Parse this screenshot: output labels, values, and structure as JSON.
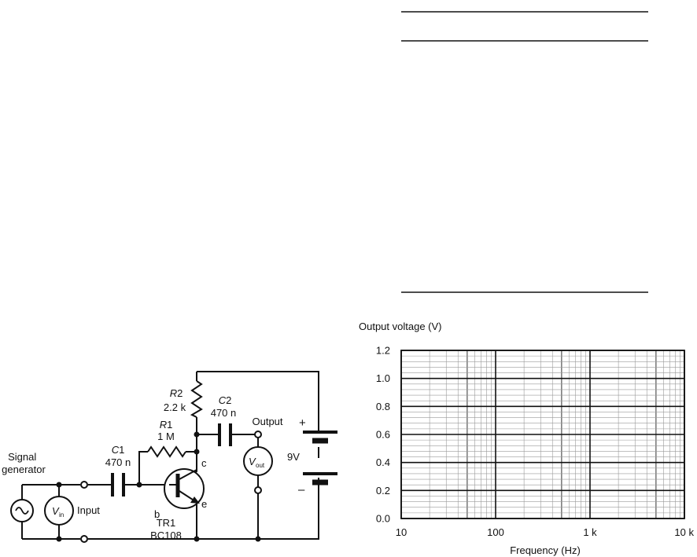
{
  "answer_lines": {
    "count": 3
  },
  "circuit": {
    "signal_generator": "Signal\ngenerator",
    "input": "Input",
    "vin_main": "V",
    "vin_sub": "in",
    "c1_letter": "C",
    "c1_num": "1",
    "c1_value": "470 n",
    "r1_letter": "R",
    "r1_num": "1",
    "r1_value": "1 M",
    "r2_letter": "R",
    "r2_num": "2",
    "r2_value": "2.2 k",
    "c2_letter": "C",
    "c2_num": "2",
    "c2_value": "470 n",
    "output": "Output",
    "vout_main": "V",
    "vout_sub": "out",
    "base": "b",
    "collector": "c",
    "emitter": "e",
    "tr_name": "TR1",
    "tr_type": "BC108",
    "battery_voltage": "9V",
    "plus": "+",
    "minus": "–"
  },
  "chart_data": {
    "type": "line",
    "title": "",
    "ylabel": "Output voltage (V)",
    "xlabel": "Frequency (Hz)",
    "x_scale": "log",
    "xlim": [
      10,
      10000
    ],
    "ylim": [
      0.0,
      1.2
    ],
    "x_ticks": [
      10,
      100,
      1000,
      10000
    ],
    "x_tick_labels": [
      "10",
      "100",
      "1 k",
      "10 k"
    ],
    "y_ticks": [
      0.0,
      0.2,
      0.4,
      0.6,
      0.8,
      1.0,
      1.2
    ],
    "y_tick_labels": [
      "0.0",
      "0.2",
      "0.4",
      "0.6",
      "0.8",
      "1.0",
      "1.2"
    ],
    "grid": true,
    "series": []
  }
}
